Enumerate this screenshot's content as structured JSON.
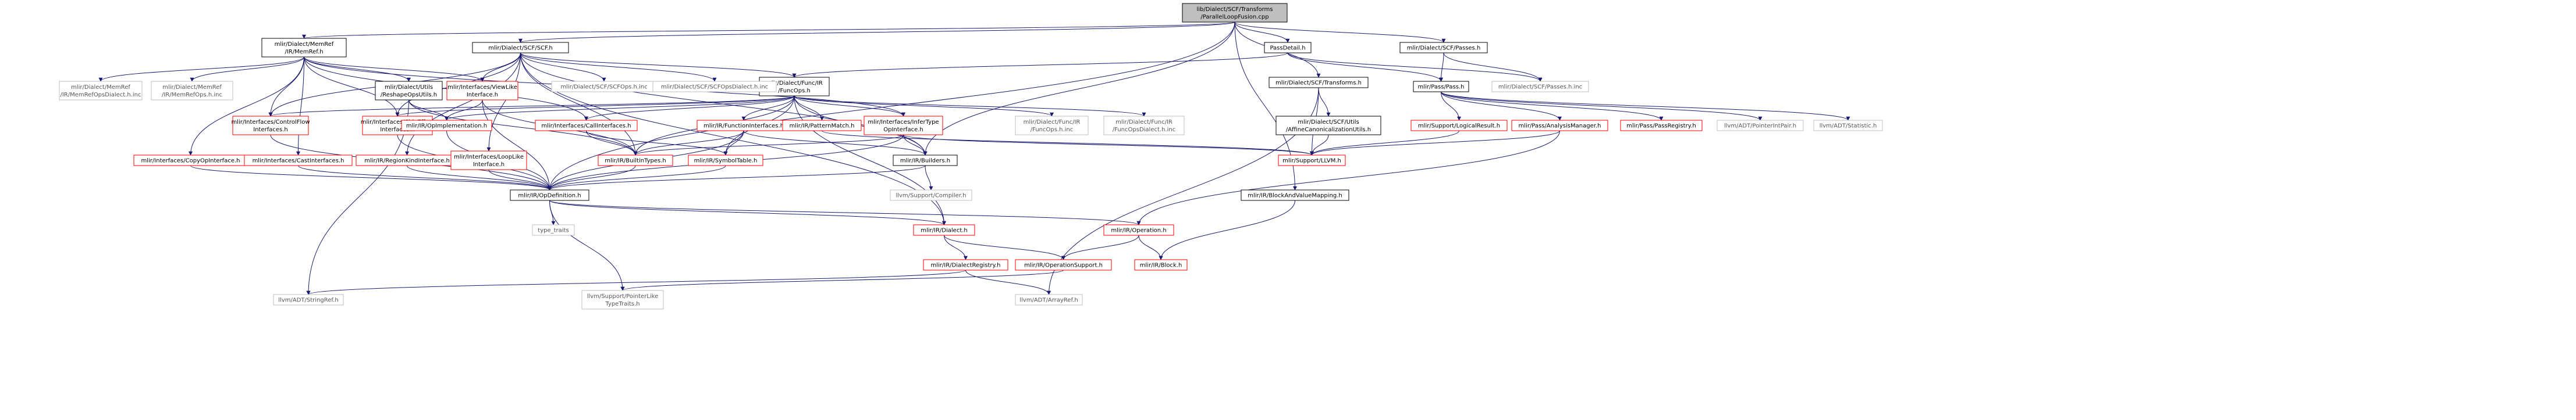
{
  "graph_title": "lib/Dialect/SCF/Transforms/ParallelLoopFusion.cpp",
  "colors": {
    "edge": "#191970",
    "root_fill": "#bfbfbf",
    "documented_border": "#000000",
    "undocumented_border": "#ff0000",
    "external_border": "#bfbfbf",
    "external_text": "#555555"
  },
  "nodes": [
    {
      "id": "root",
      "kind": "root",
      "lines": [
        "lib/Dialect/SCF/Transforms",
        "/ParallelLoopFusion.cpp"
      ]
    },
    {
      "id": "memref",
      "kind": "doc",
      "lines": [
        "mlir/Dialect/MemRef",
        "/IR/MemRef.h"
      ]
    },
    {
      "id": "scf",
      "kind": "doc",
      "lines": [
        "mlir/Dialect/SCF/SCF.h"
      ]
    },
    {
      "id": "passdetail",
      "kind": "doc",
      "lines": [
        "PassDetail.h"
      ]
    },
    {
      "id": "scfpasses",
      "kind": "doc",
      "lines": [
        "mlir/Dialect/SCF/Passes.h"
      ]
    },
    {
      "id": "scftransforms",
      "kind": "doc",
      "lines": [
        "mlir/Dialect/SCF/Transforms.h"
      ]
    },
    {
      "id": "funcops",
      "kind": "doc",
      "lines": [
        "mlir/Dialect/Func/IR",
        "/FuncOps.h"
      ]
    },
    {
      "id": "reshapeops",
      "kind": "doc",
      "lines": [
        "mlir/Dialect/Utils",
        "/ReshapeOpsUtils.h"
      ]
    },
    {
      "id": "viewlike",
      "kind": "red",
      "lines": [
        "mlir/Interfaces/ViewLike",
        "Interface.h"
      ]
    },
    {
      "id": "memrefopsdialect",
      "kind": "ext",
      "lines": [
        "mlir/Dialect/MemRef",
        "/IR/MemRefOpsDialect.h.inc"
      ]
    },
    {
      "id": "memrefops",
      "kind": "ext",
      "lines": [
        "mlir/Dialect/MemRef",
        "/IR/MemRefOps.h.inc"
      ]
    },
    {
      "id": "scfops",
      "kind": "ext",
      "lines": [
        "mlir/Dialect/SCF/SCFOps.h.inc"
      ]
    },
    {
      "id": "scfopsdialect",
      "kind": "ext",
      "lines": [
        "mlir/Dialect/SCF/SCFOpsDialect.h.inc"
      ]
    },
    {
      "id": "pass",
      "kind": "doc",
      "lines": [
        "mlir/Pass/Pass.h"
      ]
    },
    {
      "id": "scfpassesinc",
      "kind": "ext",
      "lines": [
        "mlir/Dialect/SCF/Passes.h.inc"
      ]
    },
    {
      "id": "controlflow",
      "kind": "red",
      "lines": [
        "mlir/Interfaces/ControlFlow",
        "Interfaces.h"
      ]
    },
    {
      "id": "sideeffect",
      "kind": "red",
      "lines": [
        "mlir/Interfaces/SideEffect",
        "Interfaces.h"
      ]
    },
    {
      "id": "opimpl",
      "kind": "red",
      "lines": [
        "mlir/IR/OpImplementation.h"
      ]
    },
    {
      "id": "callinterfaces",
      "kind": "red",
      "lines": [
        "mlir/Interfaces/CallInterfaces.h"
      ]
    },
    {
      "id": "functioninterfaces",
      "kind": "red",
      "lines": [
        "mlir/IR/FunctionInterfaces.h"
      ]
    },
    {
      "id": "patternmatch",
      "kind": "red",
      "lines": [
        "mlir/IR/PatternMatch.h"
      ]
    },
    {
      "id": "infertype",
      "kind": "red",
      "lines": [
        "mlir/Interfaces/InferType",
        "OpInterface.h"
      ]
    },
    {
      "id": "funcopsinc",
      "kind": "ext",
      "lines": [
        "mlir/Dialect/Func/IR",
        "/FuncOps.h.inc"
      ]
    },
    {
      "id": "funcopsdialect",
      "kind": "ext",
      "lines": [
        "mlir/Dialect/Func/IR",
        "/FuncOpsDialect.h.inc"
      ]
    },
    {
      "id": "affinecanon",
      "kind": "doc",
      "lines": [
        "mlir/Dialect/SCF/Utils",
        "/AffineCanonicalizationUtils.h"
      ]
    },
    {
      "id": "logicalresult",
      "kind": "red",
      "lines": [
        "mlir/Support/LogicalResult.h"
      ]
    },
    {
      "id": "analysismanager",
      "kind": "red",
      "lines": [
        "mlir/Pass/AnalysisManager.h"
      ]
    },
    {
      "id": "passregistry",
      "kind": "red",
      "lines": [
        "mlir/Pass/PassRegistry.h"
      ]
    },
    {
      "id": "pointerintpair",
      "kind": "ext",
      "lines": [
        "llvm/ADT/PointerIntPair.h"
      ]
    },
    {
      "id": "statistic",
      "kind": "ext",
      "lines": [
        "llvm/ADT/Statistic.h"
      ]
    },
    {
      "id": "copyop",
      "kind": "red",
      "lines": [
        "mlir/Interfaces/CopyOpInterface.h"
      ]
    },
    {
      "id": "castinterfaces",
      "kind": "red",
      "lines": [
        "mlir/Interfaces/CastInterfaces.h"
      ]
    },
    {
      "id": "regionkind",
      "kind": "red",
      "lines": [
        "mlir/IR/RegionKindInterface.h"
      ]
    },
    {
      "id": "looplike",
      "kind": "red",
      "lines": [
        "mlir/Interfaces/LoopLike",
        "Interface.h"
      ]
    },
    {
      "id": "builtintypes",
      "kind": "red",
      "lines": [
        "mlir/IR/BuiltinTypes.h"
      ]
    },
    {
      "id": "symboltable",
      "kind": "red",
      "lines": [
        "mlir/IR/SymbolTable.h"
      ]
    },
    {
      "id": "builders",
      "kind": "doc",
      "lines": [
        "mlir/IR/Builders.h"
      ]
    },
    {
      "id": "supportllvm",
      "kind": "red",
      "lines": [
        "mlir/Support/LLVM.h"
      ]
    },
    {
      "id": "compiler",
      "kind": "ext",
      "lines": [
        "llvm/Support/Compiler.h"
      ]
    },
    {
      "id": "blockandvalue",
      "kind": "doc",
      "lines": [
        "mlir/IR/BlockAndValueMapping.h"
      ]
    },
    {
      "id": "opdefinition",
      "kind": "doc",
      "lines": [
        "mlir/IR/OpDefinition.h"
      ]
    },
    {
      "id": "typetraits",
      "kind": "ext",
      "lines": [
        "type_traits"
      ]
    },
    {
      "id": "dialect",
      "kind": "red",
      "lines": [
        "mlir/IR/Dialect.h"
      ]
    },
    {
      "id": "operation",
      "kind": "red",
      "lines": [
        "mlir/IR/Operation.h"
      ]
    },
    {
      "id": "dialectregistry",
      "kind": "red",
      "lines": [
        "mlir/IR/DialectRegistry.h"
      ]
    },
    {
      "id": "operationsupport",
      "kind": "red",
      "lines": [
        "mlir/IR/OperationSupport.h"
      ]
    },
    {
      "id": "block",
      "kind": "red",
      "lines": [
        "mlir/IR/Block.h"
      ]
    },
    {
      "id": "stringref",
      "kind": "ext",
      "lines": [
        "llvm/ADT/StringRef.h"
      ]
    },
    {
      "id": "pointerlike",
      "kind": "ext",
      "lines": [
        "llvm/Support/PointerLike",
        "TypeTraits.h"
      ]
    },
    {
      "id": "arrayref",
      "kind": "ext",
      "lines": [
        "llvm/ADT/ArrayRef.h"
      ]
    }
  ]
}
